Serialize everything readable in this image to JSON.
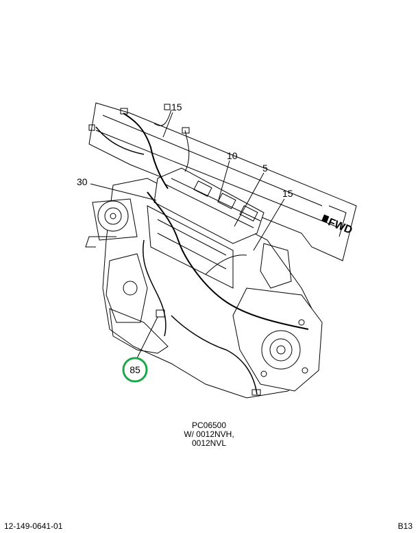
{
  "callouts": {
    "c15_top": "15",
    "c10": "10",
    "c5": "5",
    "c30": "30",
    "c15_right": "15",
    "c85": "85"
  },
  "direction_label": "FWD",
  "caption": {
    "line1": "PC06500",
    "line2": "W/ 0012NVH,",
    "line3": "0012NVL"
  },
  "footer": {
    "part_number": "12-149-0641-01",
    "page_code": "B13"
  },
  "colors": {
    "highlight_circle": "#1aa64a",
    "line_art": "#000000"
  }
}
